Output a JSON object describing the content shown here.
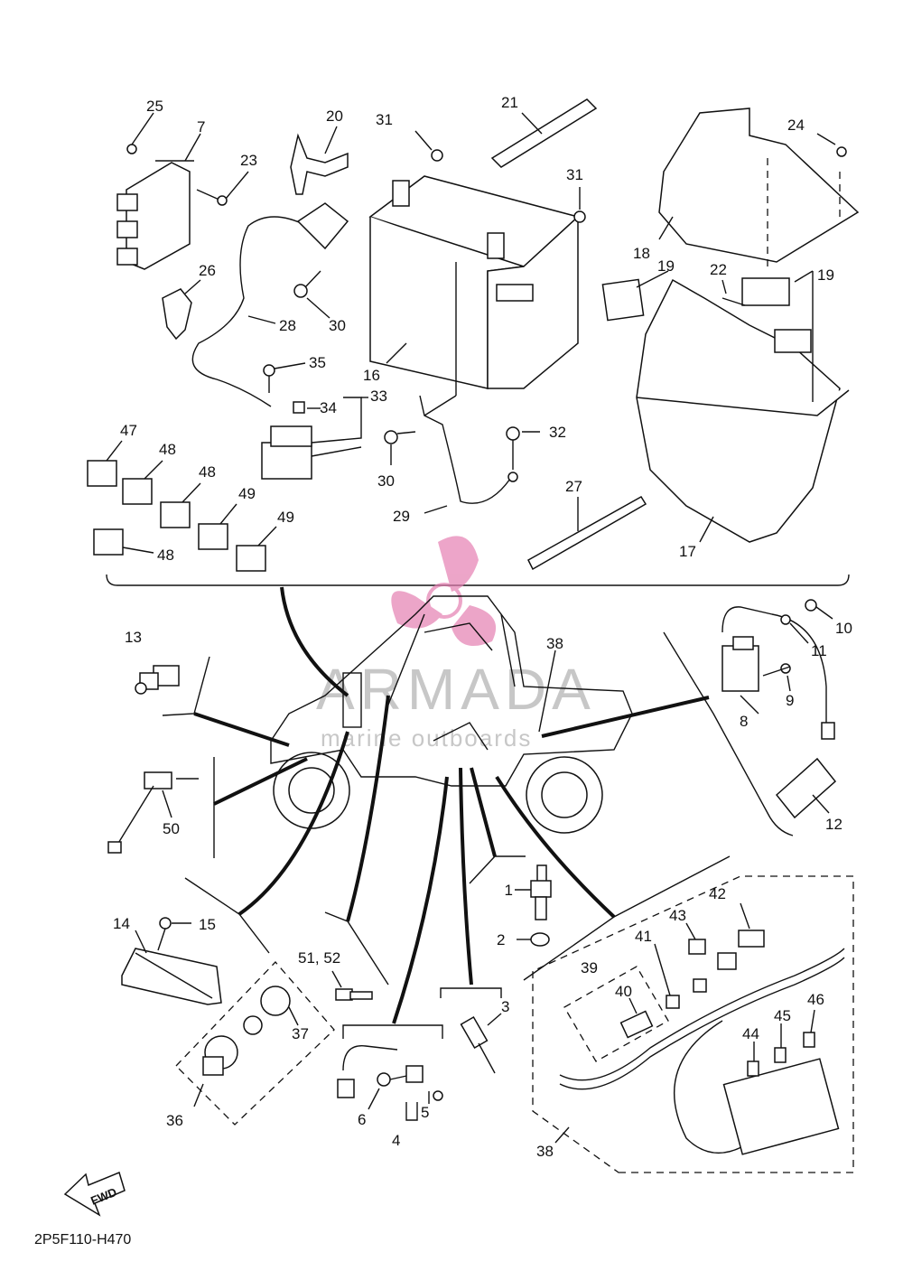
{
  "diagram_code": "2P5F110-H470",
  "watermark": {
    "brand": "ARMADA",
    "tagline": "marine outboards",
    "brand_color": "#e57fb2"
  },
  "fwd_arrow": {
    "label": "FWD"
  },
  "callouts": {
    "p1": "1",
    "p2": "2",
    "p3": "3",
    "p4": "4",
    "p5": "5",
    "p6": "6",
    "p7": "7",
    "p8": "8",
    "p9": "9",
    "p10": "10",
    "p11": "11",
    "p12": "12",
    "p13": "13",
    "p14": "14",
    "p15": "15",
    "p16": "16",
    "p17": "17",
    "p18": "18",
    "p19a": "19",
    "p19b": "19",
    "p20": "20",
    "p21": "21",
    "p22": "22",
    "p23": "23",
    "p24": "24",
    "p25": "25",
    "p26": "26",
    "p27": "27",
    "p28": "28",
    "p29": "29",
    "p30a": "30",
    "p30b": "30",
    "p31a": "31",
    "p31b": "31",
    "p32": "32",
    "p33": "33",
    "p34": "34",
    "p35": "35",
    "p36": "36",
    "p37": "37",
    "p38a": "38",
    "p38b": "38",
    "p39": "39",
    "p40": "40",
    "p41": "41",
    "p42": "42",
    "p43": "43",
    "p44": "44",
    "p45": "45",
    "p46": "46",
    "p47": "47",
    "p48a": "48",
    "p48b": "48",
    "p48c": "48",
    "p49a": "49",
    "p49b": "49",
    "p50": "50",
    "p5152": "51, 52"
  }
}
